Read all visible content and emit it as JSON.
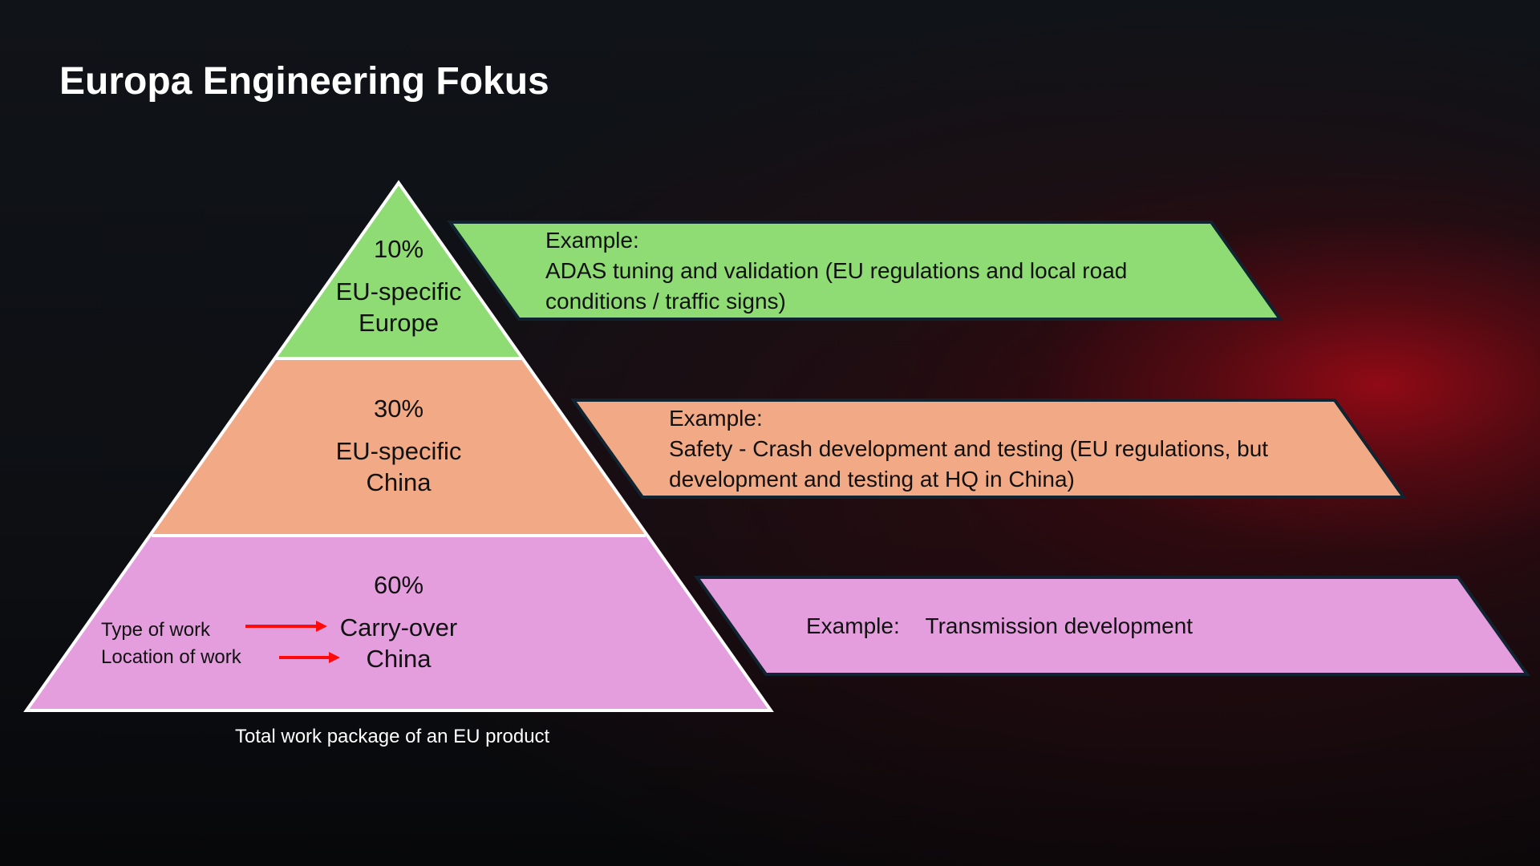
{
  "slide": {
    "title": "Europa Engineering Fokus",
    "caption": "Total work package of an EU product"
  },
  "pyramid": {
    "tiers": [
      {
        "percent": "10%",
        "line1": "EU-specific",
        "line2": "Europe",
        "color": "#8fdc74"
      },
      {
        "percent": "30%",
        "line1": "EU-specific",
        "line2": "China",
        "color": "#f2aa86"
      },
      {
        "percent": "60%",
        "line1": "Carry-over",
        "line2": "China",
        "color": "#e49ede"
      }
    ],
    "legend": {
      "type_of_work": "Type of work",
      "location_of_work": "Location of work",
      "arrow_color": "#ff0a0a"
    }
  },
  "examples": [
    {
      "heading": "Example:",
      "line1": "ADAS tuning and validation (EU regulations and local road",
      "line2": "conditions / traffic signs)",
      "color": "#8fdc74"
    },
    {
      "heading": "Example:",
      "line1": "Safety - Crash development and testing (EU regulations, but",
      "line2": "development and testing at HQ in China)",
      "color": "#f2aa86"
    },
    {
      "heading": "Example:",
      "line1": "Transmission development",
      "color": "#e49ede"
    }
  ],
  "colors": {
    "outline": "#ffffff",
    "banner_border": "#0f2430"
  }
}
